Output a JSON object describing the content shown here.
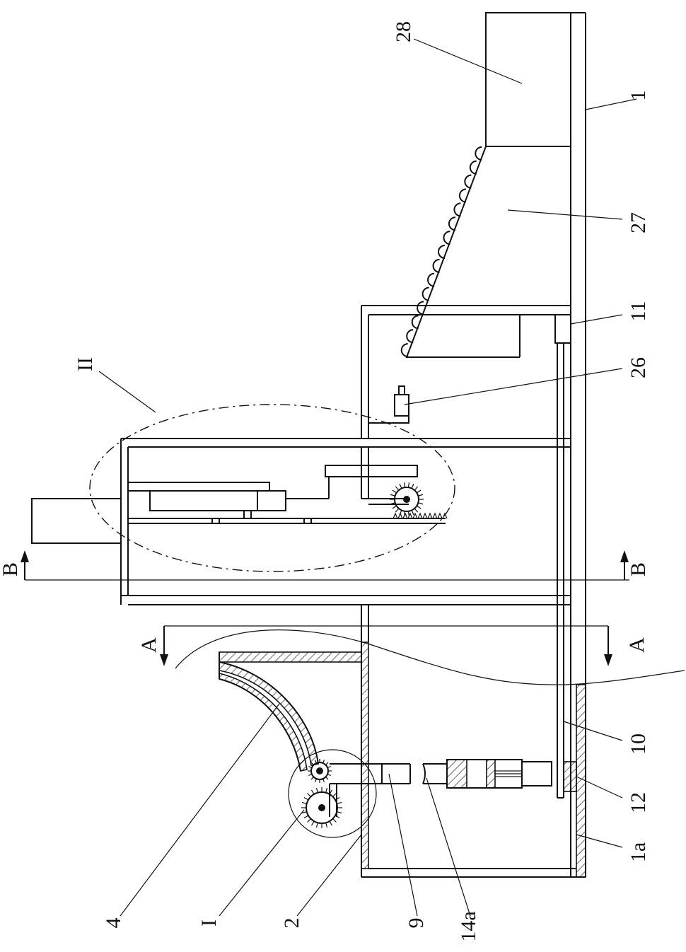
{
  "labels": {
    "l28": "28",
    "l1": "1",
    "l27": "27",
    "l11": "11",
    "l26": "26",
    "lII": "II",
    "lB_left": "B",
    "lB_right": "B",
    "lA_left": "A",
    "lA_right": "A",
    "l10": "10",
    "l12": "12",
    "l1a": "1a",
    "l4": "4",
    "lI": "I",
    "l2": "2",
    "l9": "9",
    "l14a": "14a"
  }
}
